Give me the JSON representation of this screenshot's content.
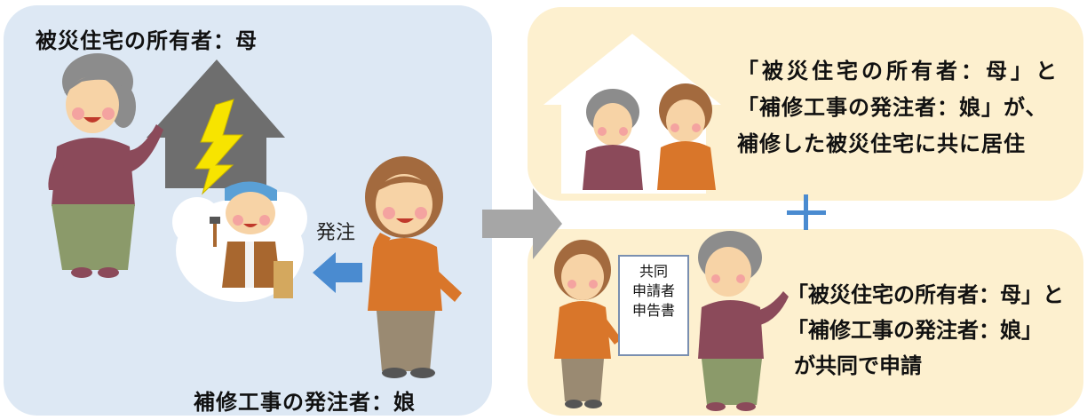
{
  "left": {
    "title": "被災住宅の所有者：母",
    "caption": "補修工事の発注者：娘",
    "order_label": "発注"
  },
  "right_top": {
    "lines": [
      "「被災住宅の所有者：母」と",
      "「補修工事の発注者：娘」が、",
      "補修した被災住宅に共に居住"
    ]
  },
  "plus": "+",
  "right_bottom": {
    "form_lines": [
      "共同",
      "申請者",
      "申告書"
    ],
    "lines": [
      "「被災住宅の所有者：母」と",
      "「補修工事の発注者：娘」",
      "が共同で申請"
    ]
  },
  "colors": {
    "left_panel": "#dde8f4",
    "right_panel": "#fdf0cf",
    "house_gray": "#6e6e6e",
    "lightning": "#f7e400",
    "order_arrow": "#4a8bd0",
    "big_arrow": "#a6a6a6",
    "plus": "#4a8bd0"
  }
}
